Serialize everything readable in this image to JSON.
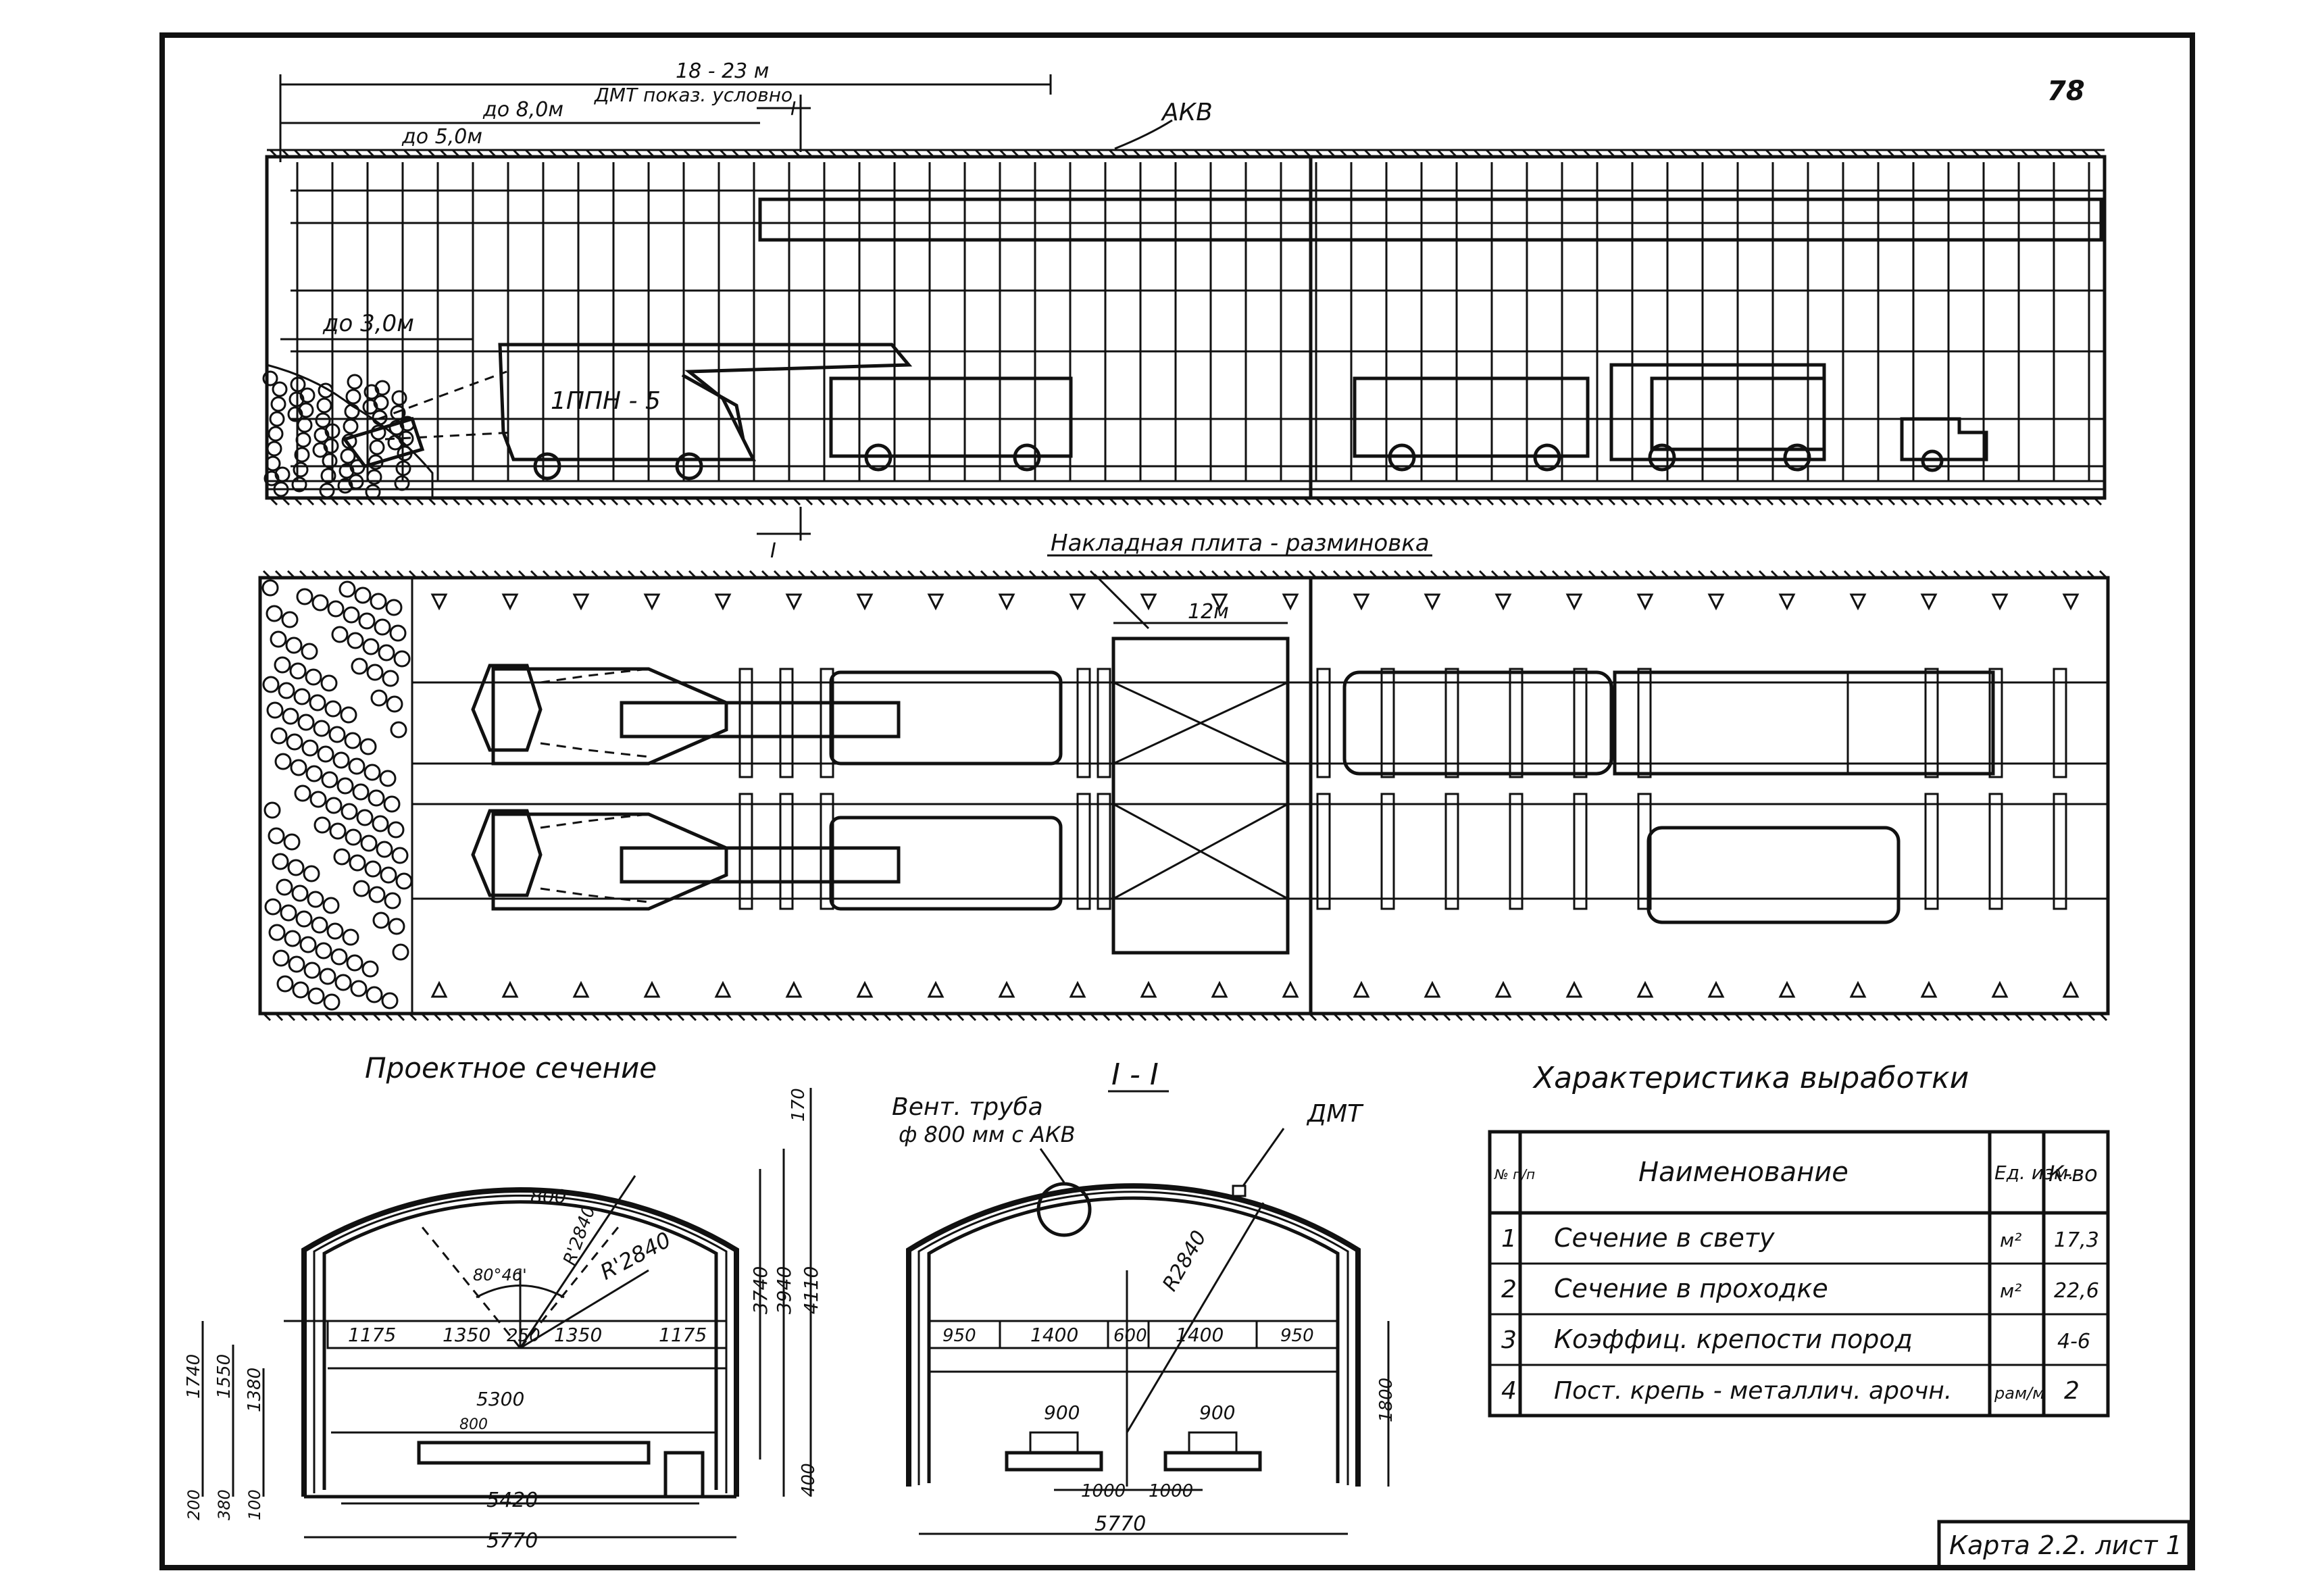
{
  "sheet": {
    "page_number": "78",
    "card_label": "Карта 2.2. лист 1"
  },
  "elevation": {
    "dim_total": "18 - 23 м",
    "dim_8": "до 8,0м",
    "dim_5": "до 5,0м",
    "dim_3": "до 3,0м",
    "dmt_note": "ДМТ показ. условно",
    "akv_label": "АКВ",
    "section_mark": "I",
    "machine_label": "1ППН - 5"
  },
  "plan": {
    "overlay_label": "Накладная плита - разминовка",
    "dim_12": "12м"
  },
  "design_section": {
    "title": "Проектное сечение",
    "d800": "800",
    "r2840": "R'2840",
    "r2840b": "R'2840",
    "angle": "80°46'",
    "w1175a": "1175",
    "w1350a": "1350",
    "w250": "250",
    "w1350b": "1350",
    "w1175b": "1175",
    "w5300": "5300",
    "w5420": "5420",
    "w5770": "5770",
    "h170": "170",
    "h3740": "3740",
    "h3940": "3940",
    "h4110": "4110",
    "h1740": "1740",
    "h1550": "1550",
    "h1380": "1380",
    "h200": "200",
    "h380": "380",
    "h100": "100",
    "h400": "400",
    "h800": "800"
  },
  "section_1": {
    "title": "I - I",
    "vent_label": "Вент. труба",
    "vent_size": "ф 800 мм с АКВ",
    "dmt_label": "ДМТ",
    "r2840": "R2840",
    "w950a": "950",
    "w1400a": "1400",
    "w600": "600",
    "w1400b": "1400",
    "w950b": "950",
    "w900a": "900",
    "w900b": "900",
    "w1000a": "1000",
    "w1000b": "1000",
    "w5770": "5770",
    "h1800": "1800"
  },
  "characteristics": {
    "title": "Характеристика выработки",
    "headers": [
      "№ п/п",
      "Наименование",
      "Ед. изм.",
      "К-во"
    ],
    "rows": [
      {
        "n": "1",
        "name": "Сечение в свету",
        "unit": "м²",
        "qty": "17,3"
      },
      {
        "n": "2",
        "name": "Сечение в проходке",
        "unit": "м²",
        "qty": "22,6"
      },
      {
        "n": "3",
        "name": "Коэффиц. крепости пород",
        "unit": "",
        "qty": "4-6"
      },
      {
        "n": "4",
        "name": "Пост. крепь - металлич. арочн.",
        "unit": "рам/м",
        "qty": "2"
      }
    ]
  }
}
